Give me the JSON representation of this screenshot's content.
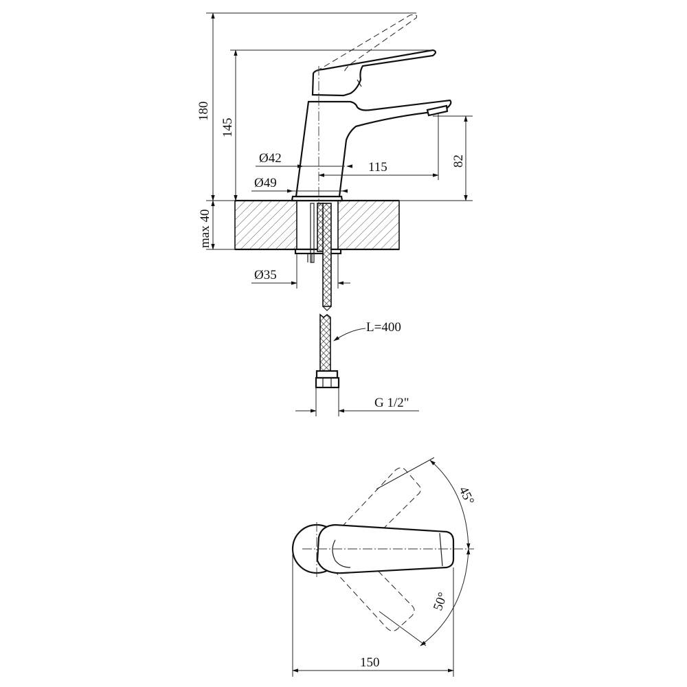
{
  "side_view": {
    "height_total": "180",
    "height_lever": "145",
    "diameter_top": "Ø42",
    "diameter_base": "Ø49",
    "spout_reach": "115",
    "spout_height": "82",
    "deck_thickness": "max 40",
    "hole_diameter": "Ø35",
    "hose_length": "L=400",
    "connection_thread": "G 1/2\""
  },
  "top_view": {
    "angle_open": "45°",
    "angle_rotate": "50°",
    "overall_length": "150"
  }
}
